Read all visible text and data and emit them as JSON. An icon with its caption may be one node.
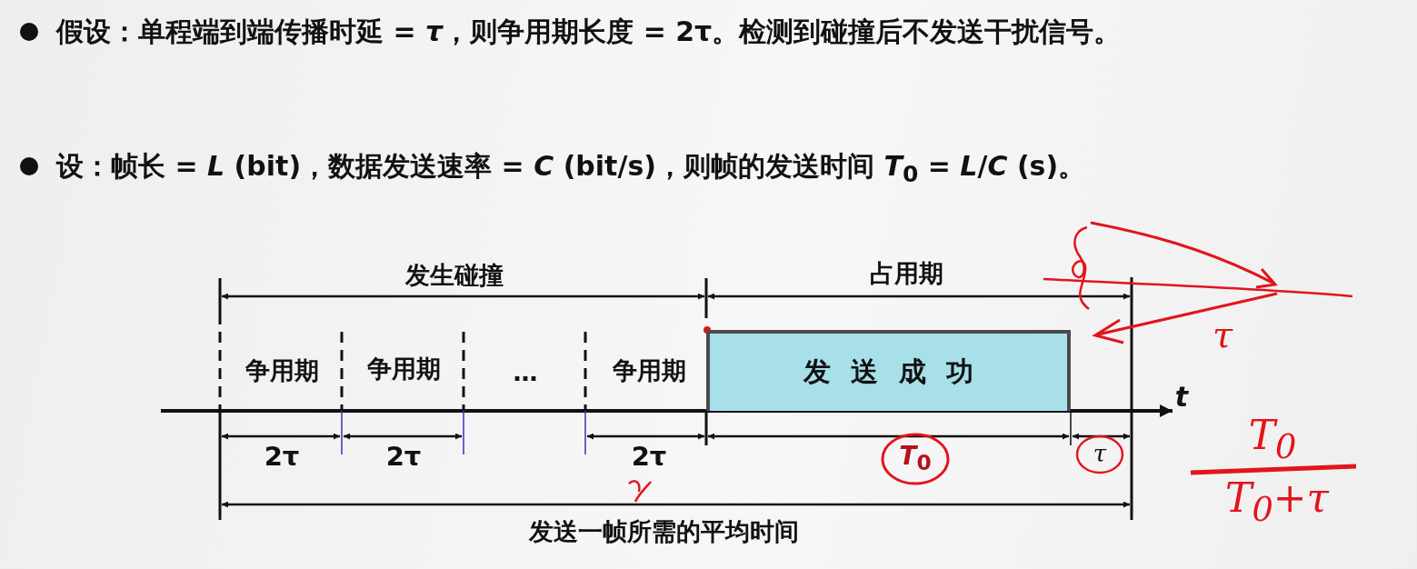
{
  "diagram": {
    "nodes": [
      {
        "text": [
          "发送成功"
        ]
      }
    ],
    "labels": [
      "假设：单程端到端传播时延 = *τ*，则争用期长度 = 2τ。检测到碰撞后不发送干扰信号。",
      "设：帧长 = *L* (bit)，数据发送速率 = *C* (bit/s)，则帧的发送时间 *T*$_{0}$ = *L*/*C* (s)。",
      "发生碰撞",
      "占用期",
      "争用期",
      "争用期",
      "…",
      "争用期",
      "τ",
      "t",
      "2τ",
      "2τ",
      "2τ",
      "*T*$_{0}$",
      "τ",
      "T$_{0}$",
      "发送一帧所需的平均时间",
      "T$_{0}$+τ"
    ]
  }
}
